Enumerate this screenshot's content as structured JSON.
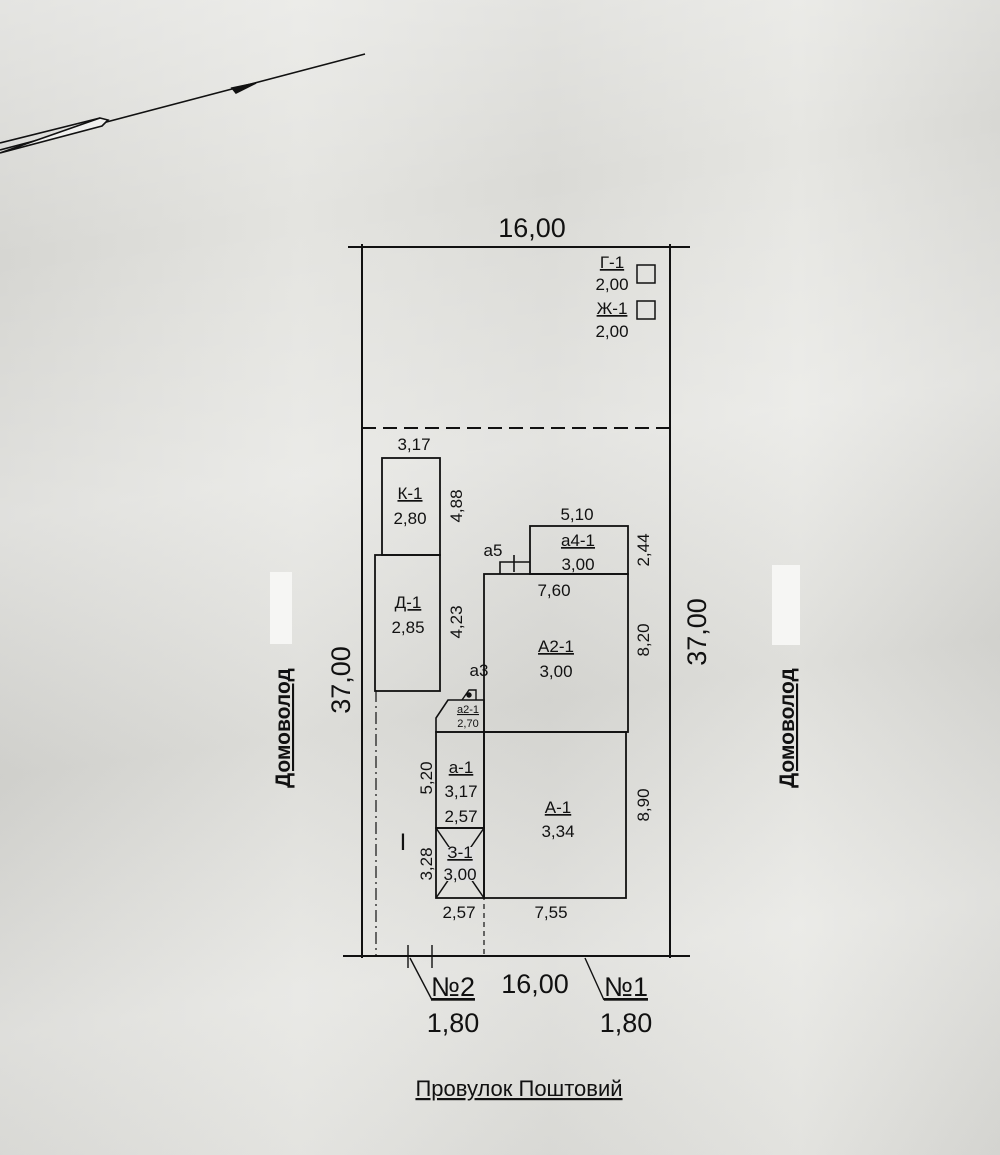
{
  "plot": {
    "top_width": "16,00",
    "bottom_width": "16,00",
    "left_length": "37,00",
    "right_length": "37,00"
  },
  "neighbors": {
    "left": "Домоволод",
    "right": "Домоволод"
  },
  "street": "Провулок Поштовий",
  "gates": [
    {
      "label": "№2",
      "width": "1,80"
    },
    {
      "label": "№1",
      "width": "1,80"
    }
  ],
  "buildings": {
    "g1": {
      "label": "Г-1",
      "height": "2,00"
    },
    "zh1": {
      "label": "Ж-1",
      "height": "2,00"
    },
    "k1": {
      "label": "К-1",
      "height": "2,80",
      "width": "3,17",
      "length": "4,88"
    },
    "d1": {
      "label": "Д-1",
      "height": "2,85",
      "length": "4,23"
    },
    "a4_1": {
      "label": "а4-1",
      "height": "3,00",
      "width": "5,10",
      "depth": "2,44"
    },
    "a5": {
      "label": "а5"
    },
    "a3": {
      "label": "а3"
    },
    "a2_1": {
      "label": "а2-1",
      "height": "2,70"
    },
    "A2_1": {
      "label": "А2-1",
      "height": "3,00",
      "width": "7,60",
      "length": "8,20"
    },
    "A_1": {
      "label": "А-1",
      "height": "3,34",
      "width": "7,55",
      "length": "8,90"
    },
    "a_1": {
      "label": "а-1",
      "height": "3,17",
      "length": "5,20",
      "width": "2,57"
    },
    "z_1": {
      "label": "З-1",
      "height": "3,00",
      "length": "3,28",
      "width": "2,57"
    },
    "well": {
      "label": "I"
    }
  }
}
